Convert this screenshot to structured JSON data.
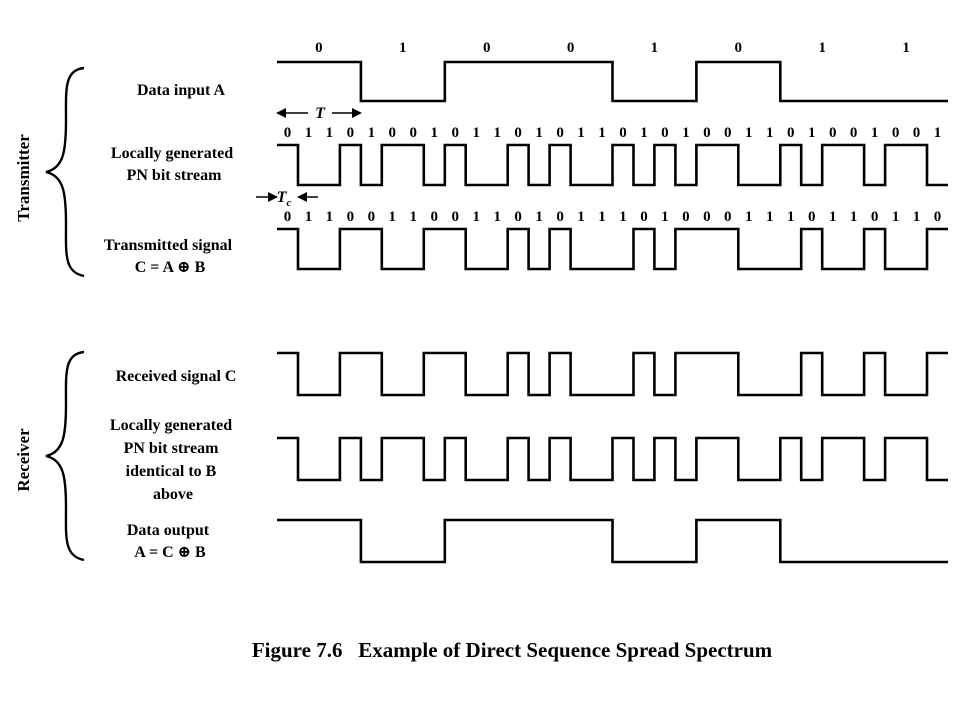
{
  "sections": {
    "transmitter": "Transmitter",
    "receiver": "Receiver"
  },
  "labels": {
    "data_input": [
      "Data input A"
    ],
    "pn_stream": [
      "Locally generated",
      "PN bit stream"
    ],
    "transmitted": [
      "Transmitted signal",
      "C = A ⊕ B"
    ],
    "received": [
      "Received signal C"
    ],
    "pn_receiver": [
      "Locally generated",
      "PN bit stream",
      "identical to B",
      "above"
    ],
    "data_output": [
      "Data output",
      "A = C ⊕ B"
    ]
  },
  "timing": {
    "T": "T",
    "Tc": "T",
    "Tc_sub": "c"
  },
  "bits": {
    "data": [
      0,
      1,
      0,
      0,
      1,
      0,
      1,
      1
    ],
    "pn": [
      0,
      1,
      1,
      0,
      1,
      0,
      0,
      1,
      0,
      1,
      1,
      0,
      1,
      0,
      1,
      1,
      0,
      1,
      0,
      1,
      0,
      0,
      1,
      1,
      0,
      1,
      0,
      0,
      1,
      0,
      0,
      1
    ],
    "transmitted": [
      0,
      1,
      1,
      0,
      0,
      1,
      1,
      0,
      0,
      1,
      1,
      0,
      1,
      0,
      1,
      1,
      1,
      0,
      1,
      0,
      0,
      0,
      1,
      1,
      1,
      0,
      1,
      1,
      0,
      1,
      1,
      0
    ]
  },
  "caption": "Figure 7.6   Example of Direct Sequence Spread Spectrum"
}
